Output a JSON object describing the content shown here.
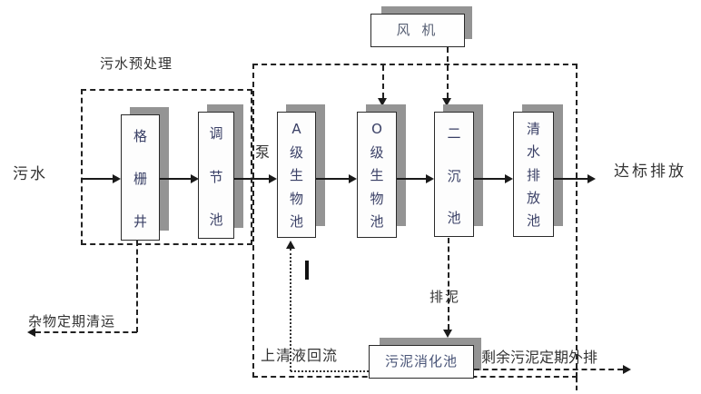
{
  "labels": {
    "inflow": "污水",
    "pretreatment": "污水预处理",
    "pump": "泵",
    "outflow": "达标排放",
    "debris_removal": "杂物定期清运",
    "supernatant_return": "上清液回流",
    "sludge_discharge": "排泥",
    "excess_sludge": "剩余污泥定期外排"
  },
  "blower": {
    "label": "风 机"
  },
  "tanks": [
    {
      "id": "grid-well",
      "chars": [
        "格",
        "栅",
        "井"
      ]
    },
    {
      "id": "regulating-tank",
      "chars": [
        "调",
        "节",
        "池"
      ]
    },
    {
      "id": "a-level-bio-tank",
      "chars": [
        "A",
        "级",
        "生",
        "物",
        "池"
      ]
    },
    {
      "id": "o-level-bio-tank",
      "chars": [
        "O",
        "级",
        "生",
        "物",
        "池"
      ]
    },
    {
      "id": "secondary-sedimentation-tank",
      "chars": [
        "二",
        "沉",
        "池"
      ]
    },
    {
      "id": "clean-water-discharge-tank",
      "chars": [
        "清",
        "水",
        "排",
        "放",
        "池"
      ]
    }
  ],
  "digestion_tank": {
    "label": "污泥消化池"
  },
  "colors": {
    "tank_text": "#3a4066",
    "blower_text": "#596175",
    "digestion_text": "#4a5578",
    "shadow_gray": "#949494",
    "line_black": "#1a1a1a",
    "label_text": "#333333",
    "background": "#ffffff"
  }
}
